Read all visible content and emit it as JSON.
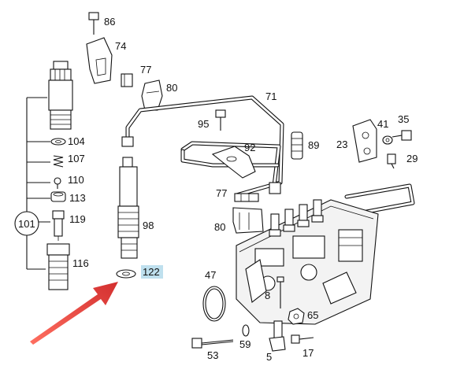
{
  "labels": {
    "p86": "86",
    "p74": "74",
    "p77a": "77",
    "p80a": "80",
    "p71": "71",
    "p95": "95",
    "p92": "92",
    "p89": "89",
    "p41": "41",
    "p35": "35",
    "p23": "23",
    "p29": "29",
    "p104": "104",
    "p107": "107",
    "p110": "110",
    "p113": "113",
    "p119": "119",
    "p101": "101",
    "p116": "116",
    "p98": "98",
    "p122": "122",
    "p77b": "77",
    "p80b": "80",
    "p47": "47",
    "p8": "8",
    "p65": "65",
    "p53": "53",
    "p59": "59",
    "p5": "5",
    "p17": "17"
  },
  "colors": {
    "highlight": "#bfe0ee",
    "arrow": "#e53935"
  },
  "highlighted_part": "122"
}
